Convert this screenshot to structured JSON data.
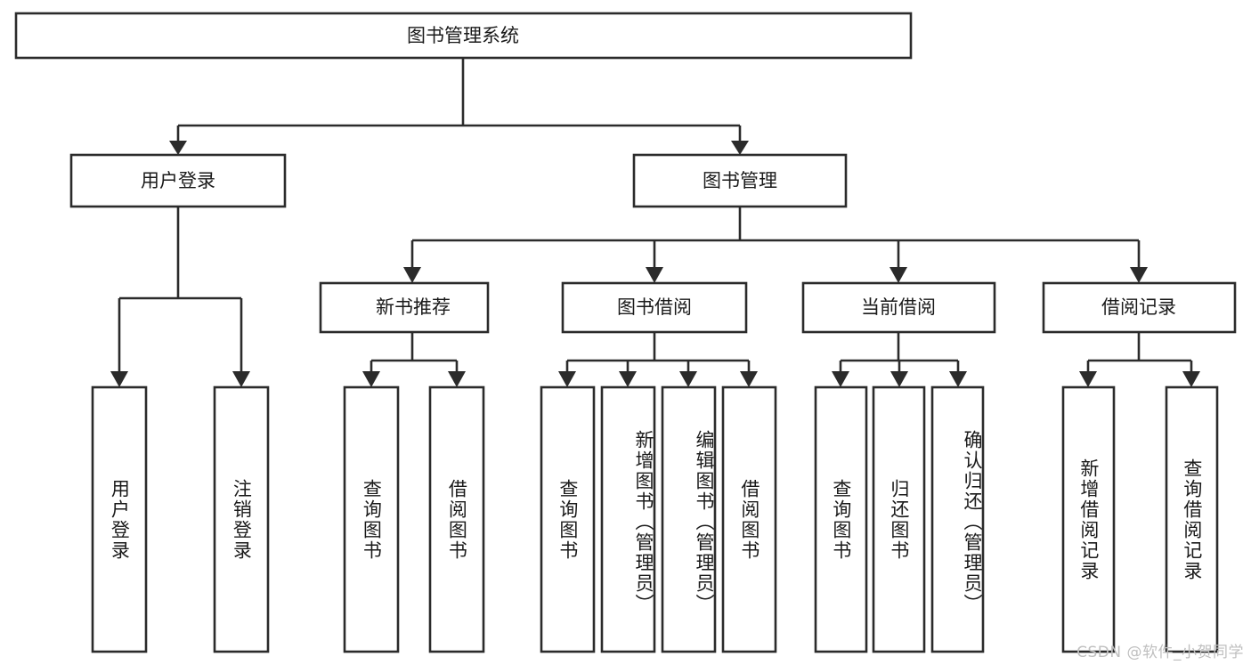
{
  "diagram": {
    "title": "图书管理系统",
    "type": "tree-hierarchy-chart",
    "colors": {
      "box_stroke": "#2b2b2b",
      "box_fill": "#ffffff",
      "text": "#1a1a1a",
      "background": "#ffffff",
      "watermark": "#bfbfbf"
    },
    "root": {
      "label": "图书管理系统"
    },
    "level1": [
      {
        "label": "用户登录"
      },
      {
        "label": "图书管理"
      }
    ],
    "level2": [
      {
        "label": "新书推荐"
      },
      {
        "label": "图书借阅"
      },
      {
        "label": "当前借阅"
      },
      {
        "label": "借阅记录"
      }
    ],
    "leaves": {
      "user_login": [
        {
          "label": "用户登录"
        },
        {
          "label": "注销登录"
        }
      ],
      "new_book_recommend": [
        {
          "label": "查询图书"
        },
        {
          "label": "借阅图书"
        }
      ],
      "book_borrow": [
        {
          "label": "查询图书"
        },
        {
          "label": "新增图书（管理员）"
        },
        {
          "label": "编辑图书（管理员）"
        },
        {
          "label": "借阅图书"
        }
      ],
      "current_borrow": [
        {
          "label": "查询图书"
        },
        {
          "label": "归还图书"
        },
        {
          "label": "确认归还（管理员）"
        }
      ],
      "borrow_record": [
        {
          "label": "新增借阅记录"
        },
        {
          "label": "查询借阅记录"
        }
      ]
    },
    "watermark": "CSDN @软件_小贺同学"
  }
}
